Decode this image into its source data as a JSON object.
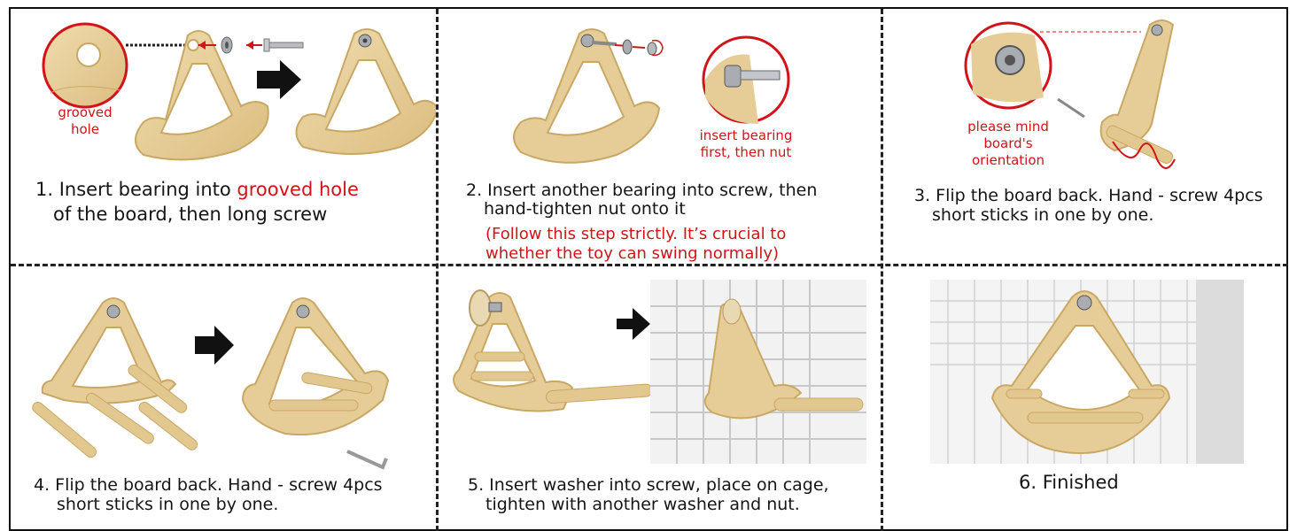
{
  "steps": [
    {
      "caption_line1_prefix": "1. Insert bearing into ",
      "caption_line1_highlight": "grooved hole",
      "caption_line2": "of the board, then long screw",
      "callout_label": [
        "grooved",
        "hole"
      ]
    },
    {
      "caption_line1": "2. Insert another bearing into screw, then",
      "caption_line2": "hand-tighten nut onto it",
      "warning_line1": "(Follow this step strictly. It’s crucial to",
      "warning_line2": "whether the toy can swing normally)",
      "callout_label": [
        "insert bearing",
        "first, then nut"
      ]
    },
    {
      "caption_line1": "3. Flip the board back. Hand - screw 4pcs",
      "caption_line2": "short sticks in one by one.",
      "callout_label": [
        "please mind",
        "board's",
        "orientation"
      ]
    },
    {
      "caption_line1": "4. Flip the board back. Hand - screw 4pcs",
      "caption_line2": "short sticks in one by one."
    },
    {
      "caption_line1": "5. Insert washer into screw, place on cage,",
      "caption_line2": "tighten with another washer and nut."
    },
    {
      "caption_line1": "6. Finished"
    }
  ],
  "colors": {
    "accent_red": "#d01419",
    "wood": "#e8cf9a",
    "wood_edge": "#c9a866",
    "metal": "#a9adb2"
  },
  "icons": [
    "arrow-right-icon",
    "bearing-icon",
    "screw-icon",
    "nut-icon",
    "hex-key-icon",
    "washer-icon",
    "cage-icon"
  ]
}
